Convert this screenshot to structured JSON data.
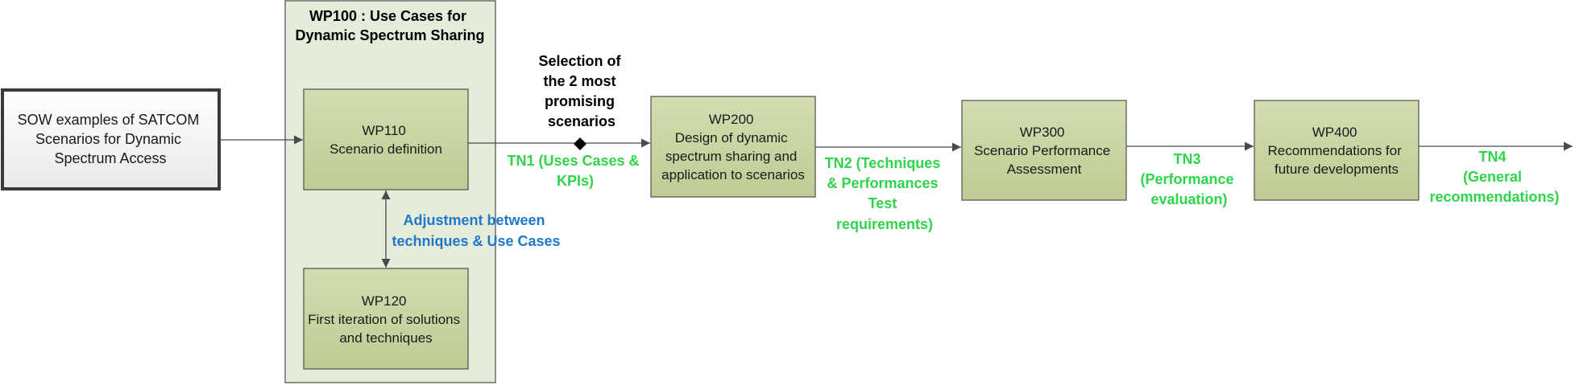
{
  "sow_box": {
    "lines": [
      "SOW examples of SATCOM",
      "Scenarios for Dynamic",
      "Spectrum Access"
    ]
  },
  "wp100": {
    "title_lines": [
      "WP100 : Use Cases for",
      "Dynamic Spectrum Sharing"
    ]
  },
  "wp110": {
    "lines": [
      "WP110",
      "Scenario definition"
    ]
  },
  "wp120": {
    "lines": [
      "WP120",
      "First iteration of solutions",
      "and techniques"
    ]
  },
  "wp200": {
    "lines": [
      "WP200",
      "Design of dynamic",
      "spectrum sharing and",
      "application to scenarios"
    ]
  },
  "wp300": {
    "lines": [
      "WP300",
      "Scenario Performance",
      "Assessment"
    ]
  },
  "wp400": {
    "lines": [
      "WP400",
      "Recommendations for",
      "future developments"
    ]
  },
  "selection_label": {
    "lines": [
      "Selection of",
      "the 2 most",
      "promising",
      "scenarios"
    ]
  },
  "adjustment_label": {
    "lines": [
      "Adjustment between",
      "techniques & Use Cases"
    ]
  },
  "tn1": {
    "lines": [
      "TN1 (Uses Cases &",
      "KPIs)"
    ]
  },
  "tn2": {
    "lines": [
      "TN2 (Techniques",
      "& Performances",
      "Test",
      "requirements)"
    ]
  },
  "tn3": {
    "lines": [
      "TN3",
      "(Performance",
      "evaluation)"
    ]
  },
  "tn4": {
    "lines": [
      "TN4",
      "(General",
      "recommendations)"
    ]
  },
  "colors": {
    "wp_box_fill": "#c9d5a3",
    "wp_box_stroke": "#4d4d4d",
    "wp100_fill": "#e6ecda",
    "deliverable_green": "#2fd44a",
    "adjustment_blue": "#1f78c8"
  }
}
